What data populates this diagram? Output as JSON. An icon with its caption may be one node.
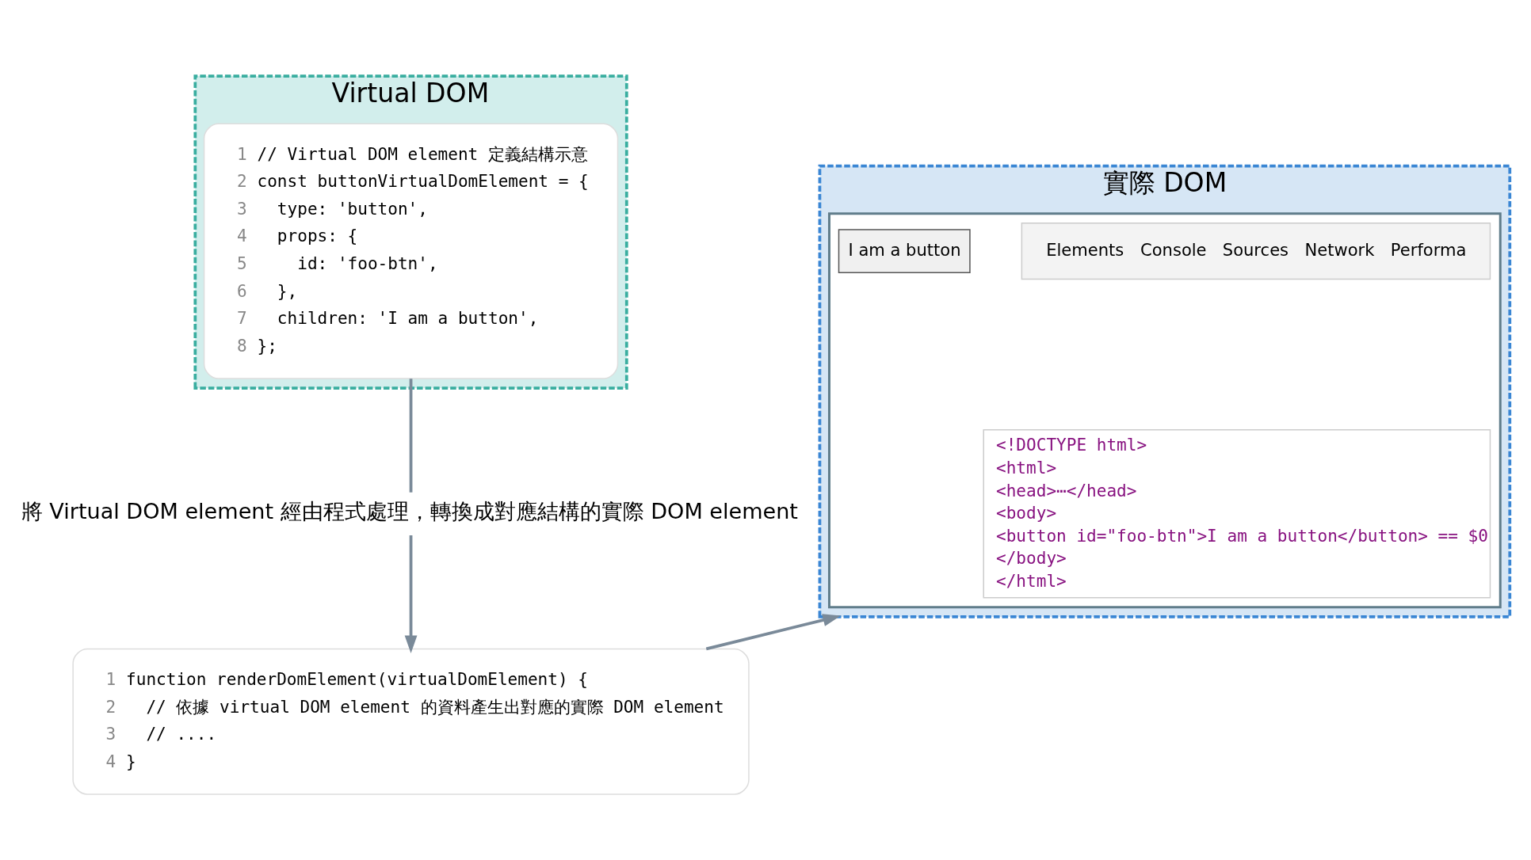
{
  "diagram": {
    "nodes": [
      {
        "text": [
          "Virtual DOM"
        ]
      },
      {
        "text": [
          "1",
          "// Virtual DOM element 定義結構示意",
          "2",
          "const buttonVirtualDomElement = {",
          "3",
          "  type: 'button',",
          "4",
          "  props: {",
          "5",
          "    id: 'foo-btn',",
          "6",
          "  },",
          "7",
          "  children: 'I am a button',",
          "8",
          "};"
        ],
        "in": 0
      },
      {
        "text": [
          "實際 DOM"
        ]
      },
      {
        "text": [],
        "shape": "box",
        "in": 2
      },
      {
        "text": [
          "I am a button"
        ],
        "in": 3
      },
      {
        "text": [
          "Elements",
          "Console",
          "Sources",
          "Network",
          "Performa"
        ],
        "in": 3
      },
      {
        "text": [
          "<!DOCTYPE html>",
          "<html>",
          "<head>⋯</head>",
          "<body>",
          "<button id=\"foo-btn\">I am a button</button> == $0",
          "</body>",
          "</html>"
        ],
        "in": 3
      },
      {
        "text": [
          "將 Virtual DOM element 經由程式處理，轉換成對應結構的實際 DOM element"
        ]
      },
      {
        "text": [
          "1",
          "function renderDomElement(virtualDomElement) {",
          "2",
          "  // 依據 virtual DOM element 的資料產生出對應的實際 DOM element",
          "3",
          "  // ....",
          "4",
          "}"
        ]
      }
    ],
    "edges": [
      {
        "from": 1,
        "to": 7,
        "arrow": "none"
      },
      {
        "from": 7,
        "to": 8,
        "arrow": "to"
      },
      {
        "from": 8,
        "to": 2,
        "arrow": "to"
      }
    ]
  }
}
